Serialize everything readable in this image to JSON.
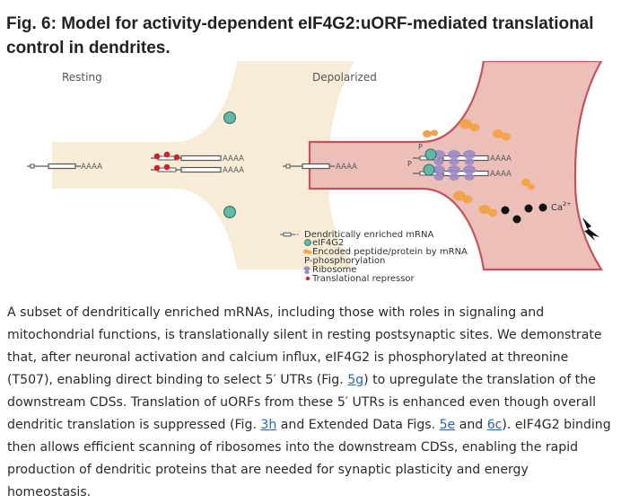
{
  "title": "Fig. 6: Model for activity-dependent eIF4G2:uORF-mediated translational control in dendrites.",
  "figure": {
    "panels": {
      "resting": "Resting",
      "depolarized": "Depolarized"
    },
    "mrna_tail": "AAAA",
    "ion_label": "Ca",
    "ion_charge": "2+",
    "phospho_mark": "P",
    "legend": [
      {
        "label": "Dendritically enriched mRNA",
        "icon": "mrna-icon"
      },
      {
        "label": "eIF4G2",
        "icon": "teal-circle",
        "color": "#5fb8a8"
      },
      {
        "label": "Encoded peptide/protein by mRNA",
        "icon": "orange-blob",
        "color": "#f3a34a"
      },
      {
        "label": "P-phosphorylation",
        "icon": "none"
      },
      {
        "label": "Ribosome",
        "icon": "purple-blob",
        "color": "#9b8ac6"
      },
      {
        "label": "Translational repressor",
        "icon": "red-dot",
        "color": "#c8262b"
      }
    ],
    "colors": {
      "resting_fill": "#f8ecd7",
      "depolarized_fill": "#ecbfb8",
      "depolarized_border": "#c4535c",
      "eif4g2": "#5fb8a8",
      "repressor": "#c8262b",
      "protein": "#f3a34a",
      "ribosome": "#9b8ac6"
    }
  },
  "caption": {
    "p1": "A subset of dendritically enriched mRNAs, including those with roles in signaling and mitochondrial functions, is translationally silent in resting postsynaptic sites. We demonstrate that, after neuronal activation and calcium influx, eIF4G2 is phosphorylated at threonine (T507), enabling direct binding to select 5′ UTRs (Fig. ",
    "link1": "5g",
    "p2": ") to upregulate the translation of the downstream CDSs. Translation of uORFs from these 5′ UTRs is enhanced even though overall dendritic translation is suppressed (Fig. ",
    "link2": "3h",
    "p3": " and Extended Data Figs. ",
    "link3": "5e",
    "p4": " and ",
    "link4": "6c",
    "p5": "). eIF4G2 binding then allows efficient scanning of ribosomes into the downstream CDSs, enabling the rapid production of dendritic proteins that are needed for synaptic plasticity and energy homeostasis."
  }
}
